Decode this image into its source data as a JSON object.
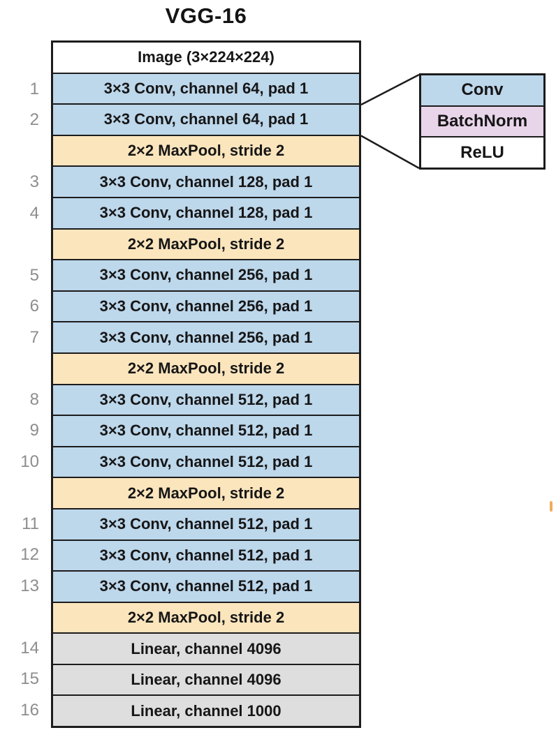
{
  "title": "VGG-16",
  "colors": {
    "conv": "#bdd7eb",
    "maxpool": "#fbe5bd",
    "linear": "#dedede",
    "input": "#ffffff",
    "batchnorm": "#e9d5ea",
    "relu": "#ffffff",
    "border": "#1c1c1c",
    "number": "#8d8d8d"
  },
  "stack": {
    "rows": [
      {
        "num": "",
        "label": "Image (3×224×224)",
        "type": "input"
      },
      {
        "num": "1",
        "label": "3×3 Conv, channel 64, pad 1",
        "type": "conv"
      },
      {
        "num": "2",
        "label": "3×3 Conv, channel 64, pad 1",
        "type": "conv"
      },
      {
        "num": "",
        "label": "2×2 MaxPool, stride 2",
        "type": "maxpool"
      },
      {
        "num": "3",
        "label": "3×3 Conv, channel 128, pad 1",
        "type": "conv"
      },
      {
        "num": "4",
        "label": "3×3 Conv, channel 128, pad 1",
        "type": "conv"
      },
      {
        "num": "",
        "label": "2×2 MaxPool, stride 2",
        "type": "maxpool"
      },
      {
        "num": "5",
        "label": "3×3 Conv, channel 256, pad 1",
        "type": "conv"
      },
      {
        "num": "6",
        "label": "3×3 Conv, channel 256, pad 1",
        "type": "conv"
      },
      {
        "num": "7",
        "label": "3×3 Conv, channel 256, pad 1",
        "type": "conv"
      },
      {
        "num": "",
        "label": "2×2 MaxPool, stride 2",
        "type": "maxpool"
      },
      {
        "num": "8",
        "label": "3×3 Conv, channel 512, pad 1",
        "type": "conv"
      },
      {
        "num": "9",
        "label": "3×3 Conv, channel 512, pad 1",
        "type": "conv"
      },
      {
        "num": "10",
        "label": "3×3 Conv, channel 512, pad 1",
        "type": "conv"
      },
      {
        "num": "",
        "label": "2×2 MaxPool, stride 2",
        "type": "maxpool"
      },
      {
        "num": "11",
        "label": "3×3 Conv, channel 512, pad 1",
        "type": "conv"
      },
      {
        "num": "12",
        "label": "3×3 Conv, channel 512, pad 1",
        "type": "conv"
      },
      {
        "num": "13",
        "label": "3×3 Conv, channel 512, pad 1",
        "type": "conv"
      },
      {
        "num": "",
        "label": "2×2 MaxPool, stride 2",
        "type": "maxpool"
      },
      {
        "num": "14",
        "label": "Linear, channel 4096",
        "type": "linear"
      },
      {
        "num": "15",
        "label": "Linear, channel 4096",
        "type": "linear"
      },
      {
        "num": "16",
        "label": "Linear, channel 1000",
        "type": "linear"
      }
    ]
  },
  "legend": {
    "rows": [
      {
        "label": "Conv",
        "type": "conv"
      },
      {
        "label": "BatchNorm",
        "type": "batchnorm"
      },
      {
        "label": "ReLU",
        "type": "relu"
      }
    ]
  }
}
